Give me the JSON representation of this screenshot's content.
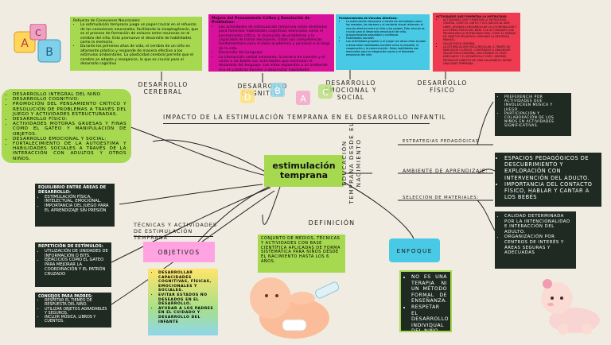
{
  "top": {
    "cerebral": {
      "title": "Refuerzo de Conexiones Neuronales:",
      "items": [
        "La estimulación temprana juega un papel crucial en el refuerzo de las conexiones neuronales, facilitando la sinaptogénesis, que es el proceso de formación de enlaces entre neuronas en el cerebro del niño. Esto promueve el desarrollo de habilidades como la memoria.",
        "Durante los primeros años de vida, el cerebro de un niño es altamente plástico y responde de manera efectiva a los estímulos ambientales. La plasticidad cerebral permite que el cerebro se adapte y reorganice, lo que es crucial para el desarrollo cognitivo"
      ]
    },
    "cognitivo": {
      "title": "Mejora del Pensamiento Crítico y Resolución de Problemas:",
      "items": [
        "Las actividades de estimulación temprana están diseñadas para fomentar habilidades cognitivas esenciales como el pensamiento crítico, la resolución de problemas y la capacidad de tomar decisiones. Estas son competencias fundamentales para el éxito académico y personal a lo largo de la vida.",
        "Desarrollo del Lenguaje:",
        "La interacción verbal constante, la lectura de cuentos y el canto a los bebés son actividades que estimulan el desarrollo del lenguaje. Los niños expuestos a un ambiente rico en palabras tienden a desarrollar habilidades lingüísticas superiores"
      ]
    },
    "emocional": {
      "title": "Fortalecimiento de Vínculos Afectivos:",
      "items": [
        "La estimulación temprana a través de actividades como los masajes, los abrazos y el contacto visual refuerzan el vínculo afectivo entre el niño y los padres. Este vínculo es crucial para el desarrollo emocional del niño, proporcionando seguridad y confianza.",
        "Habilidades Sociales",
        "Las actividades grupales y el juego con otros niños ayudan a desarrollar habilidades sociales como la empatía, la cooperación y la comunicación. Estas habilidades son esenciales para la integración social y el bienestar emocional del niño"
      ]
    },
    "fisico": {
      "title": "ACTIVIDADES QUE FOMENTAN LA MOTRICIDAD",
      "items": [
        "ACTIVIDADES QUE FOMENTAN LA MOTRICIDAD GRUESA, COMO EL GATEO Y LOS JUEGOS AL AIRE LIBRE, AYUDAN A DESARROLLAR LA COORDINACIÓN Y LA FUERZA FÍSICA DEL NIÑO. LOS ACTIVIDADES QUE PROMUEVEN LA MOTRICIDAD FINA, COMO EL MANEJO DE OBJETOS PEQUEÑOS, MEJORAN LA DESTREZA MANUAL.",
        "SALUD FÍSICA GENERAL",
        "LA ESTIMULACIÓN FÍSICA REGULAR, A TRAVÉS DE EJERCICIOS Y JUEGOS, CONTRIBUYE A UNA MEJOR SALUD FÍSICA GENERAL, INCLUYENDO EL PESO ADECUADO Y EL DESARROLLO ÓSEO. ADEMÁS, PROMUEVE HÁBITOS DE VIDA SALUDABLES DESDE UNA EDAD TEMPRANA"
      ]
    }
  },
  "labels": {
    "cerebral": "DESARROLLO CEREBRAL",
    "cognitivo": "DESARROLLO COGNITIVO",
    "emocional": "DESARROLLO EMOCIONAL Y SOCIAL",
    "fisico": "DESARROLLO FÍSICO",
    "impacto": "IMPACTO DE LA ESTIMULACIÓN TEMPRANA EN EL DESARROLLO INFANTIL",
    "educacion": "EDUCACIÓN TEMPRANA DESDE EL NACIMIENTO",
    "tecnicas": "TÉCNICAS Y ACTIVIDADES DE ESTIMULACIÓN TEMPRANA",
    "definicion": "DEFINICIÓN",
    "objetivos": "OBJETIVOS",
    "enfoque": "ENFOQUE",
    "estrategias": "ESTRATEGIAS PEDAGÓGICAS",
    "ambiente": "AMBIENTE DE APRENDIZAJE:",
    "seleccion": "SELECCIÓN DE MATERIALES:"
  },
  "center": "estimulación temprana",
  "green_box": [
    "DESARROLLO INTEGRAL DEL NIÑO",
    "DESARROLLO COGNITIVO:",
    "PROMOCIÓN DEL PENSAMIENTO CRÍTICO Y RESOLUCIÓN DE PROBLEMAS A TRAVÉS DEL JUEGO Y ACTIVIDADES ESTRUCTURADAS.",
    "DESARROLLO FÍSICO:",
    "ACTIVIDADES MOTORAS GRUESAS Y FINAS COMO EL GATEO Y MANIPULACIÓN DE OBJETOS.",
    "DESARROLLO EMOCIONAL Y SOCIAL:",
    "FORTALECIMIENTO DE LA AUTOESTIMA Y HABILIDADES SOCIALES A TRAVÉS DE LA INTERACCIÓN CON ADULTOS Y OTROS NIÑOS."
  ],
  "equilibrio": {
    "title": "EQUILIBRIO ENTRE ÁREAS DE DESARROLLO:",
    "items": [
      "ESTIMULACIÓN FÍSICA, INTELECTUAL, EMOCIONAL.",
      "IMPORTANCIA DEL JUEGO PARA EL APRENDIZAJE SIN PRESIÓN"
    ]
  },
  "repeticion": {
    "title": "REPETICIÓN DE ESTÍMULOS:",
    "items": [
      "UTILIZACIÓN DE UNIDADES DE INFORMACIÓN O BITS.",
      "EJERCICIOS COMO EL GATEO PARA MEJORAR LA COORDINACIÓN Y EL PATRÓN CRUZADO"
    ]
  },
  "consejos": {
    "title": "CONSEJOS PARA PADRES:",
    "items": [
      "RESPETAR EL TIEMPO DE RESPUESTA DEL NIÑO.",
      "UTILIZAR OBJETOS AGRADABLES Y SEGUROS.",
      "INCLUIR MÚSICA, LIBROS Y CUENTOS."
    ]
  },
  "objetivos_box": [
    "DESARROLLAR CAPACIDADES COGNITIVAS, FÍSICAS, EMOCIONALES Y SOCIALES.",
    "EVITAR ESTADOS NO DESEADOS EN EL DESARROLLO.",
    "AYUDAR A LOS PADRES EN EL CUIDADO Y DESARROLLO DEL INFANTE"
  ],
  "definicion_box": "CONJUNTO DE MEDIOS, TÉCNICAS Y ACTIVIDADES CON BASE CIENTÍFICA APLICADAS DE FORMA SISTEMÁTICA PARA NIÑOS DESDE EL NACIMIENTO HASTA LOS 6 AÑOS.",
  "enfoque_box": [
    "NO ES UNA TERAPIA NI UN MÉTODO FORMAL DE ENSEÑANZA.",
    "RESPETAR EL DESARROLLO INDIVIDUAL DEL NIÑO"
  ],
  "estrategias_box": [
    "PREFERENCIA POR ACTIVIDADES QUE INVOLUCREN MÚSICA Y JUEGO.",
    "PARTICIPACIÓN Y COLABORACIÓN DE LOS NIÑOS EN ACTIVIDADES SIGNIFICATIVAS."
  ],
  "ambiente_box": [
    "ESPACIOS PEDAGÓGICOS DE DESCUBRIMIENTO Y EXPLORACIÓN CON INTERVENCIÓN DEL ADULTO.",
    "IMPORTANCIA DEL CONTACTO FÍSICO, HABLAR Y CANTAR A LOS BEBÉS"
  ],
  "materiales_box": [
    "CALIDAD DETERMINADA POR LA INTENCIONALIDAD E INTERACCIÓN DEL ADULTO.",
    "ORGANIZACIÓN POR CENTROS DE INTERÉS Y ÁREAS SEGURAS Y ADECUADAS"
  ],
  "blocks": [
    "A",
    "B",
    "C",
    "D"
  ],
  "colors": {
    "background": "#f1ece1",
    "green": "#a6d94f",
    "dark": "#1f2b22",
    "magenta": "#d8119a",
    "cyan": "#48c9e6",
    "red": "#ee3b52"
  }
}
